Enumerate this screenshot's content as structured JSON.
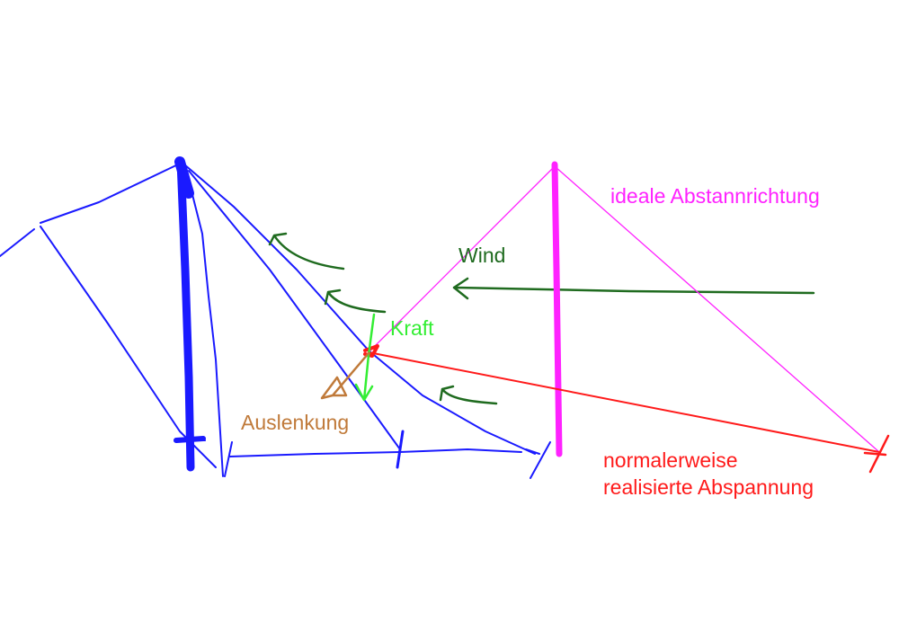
{
  "labels": {
    "ideal_direction": "ideale Abstannrichtung",
    "wind": "Wind",
    "force": "Kraft",
    "deflection": "Auslenkung",
    "normal_line1": "normalerweise",
    "normal_line2": "realisierte Abspannung"
  },
  "colors": {
    "blue": "#1a1aff",
    "magenta": "#ff22ff",
    "red": "#ff1a1a",
    "dark_green": "#1f6b1f",
    "light_green": "#33ee33",
    "brown": "#c07a3a"
  }
}
